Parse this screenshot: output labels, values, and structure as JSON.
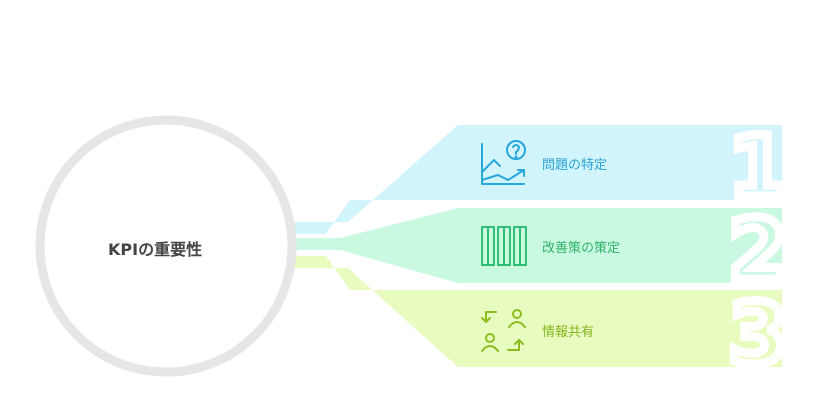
{
  "center": {
    "title": "KPIの重要性"
  },
  "items": [
    {
      "number": "1",
      "label": "問題の特定",
      "icon": "chart-question-icon",
      "fill": "#d2f4fd",
      "text_color": "#2aa3d6",
      "icon_color": "#28a8dc"
    },
    {
      "number": "2",
      "label": "改善策の策定",
      "icon": "columns-icon",
      "fill": "#c9f9e0",
      "text_color": "#2fb46a",
      "icon_color": "#2fbf73"
    },
    {
      "number": "3",
      "label": "情報共有",
      "icon": "people-exchange-icon",
      "fill": "#e8fcbf",
      "text_color": "#86b51f",
      "icon_color": "#8bbd1f"
    }
  ],
  "colors": {
    "circle_stroke": "#e6e6e6",
    "center_text": "#444444"
  }
}
